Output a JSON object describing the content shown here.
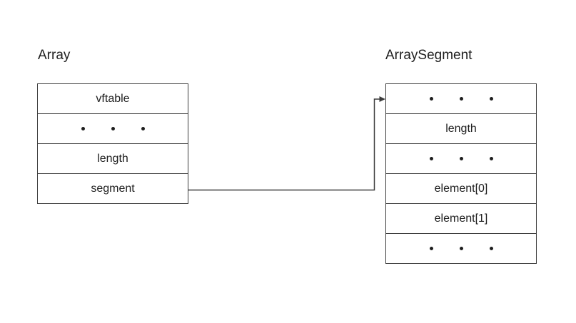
{
  "colors": {
    "background": "#ffffff",
    "line": "#3c3c3c",
    "text": "#1e1e1e",
    "dot": "#1e1e1e"
  },
  "left_block": {
    "title": "Array",
    "rows": [
      {
        "type": "cell",
        "label": "vftable"
      },
      {
        "type": "dots"
      },
      {
        "type": "cell",
        "label": "length"
      },
      {
        "type": "cell",
        "label": "segment"
      }
    ]
  },
  "right_block": {
    "title": "ArraySegment",
    "rows": [
      {
        "type": "dots"
      },
      {
        "type": "cell",
        "label": "length"
      },
      {
        "type": "dots"
      },
      {
        "type": "cell",
        "label": "element[0]"
      },
      {
        "type": "cell",
        "label": "element[1]"
      },
      {
        "type": "dots"
      }
    ]
  },
  "arrow": {
    "from": "Array.segment",
    "to": "ArraySegment",
    "description": "segment field points to the ArraySegment block"
  }
}
